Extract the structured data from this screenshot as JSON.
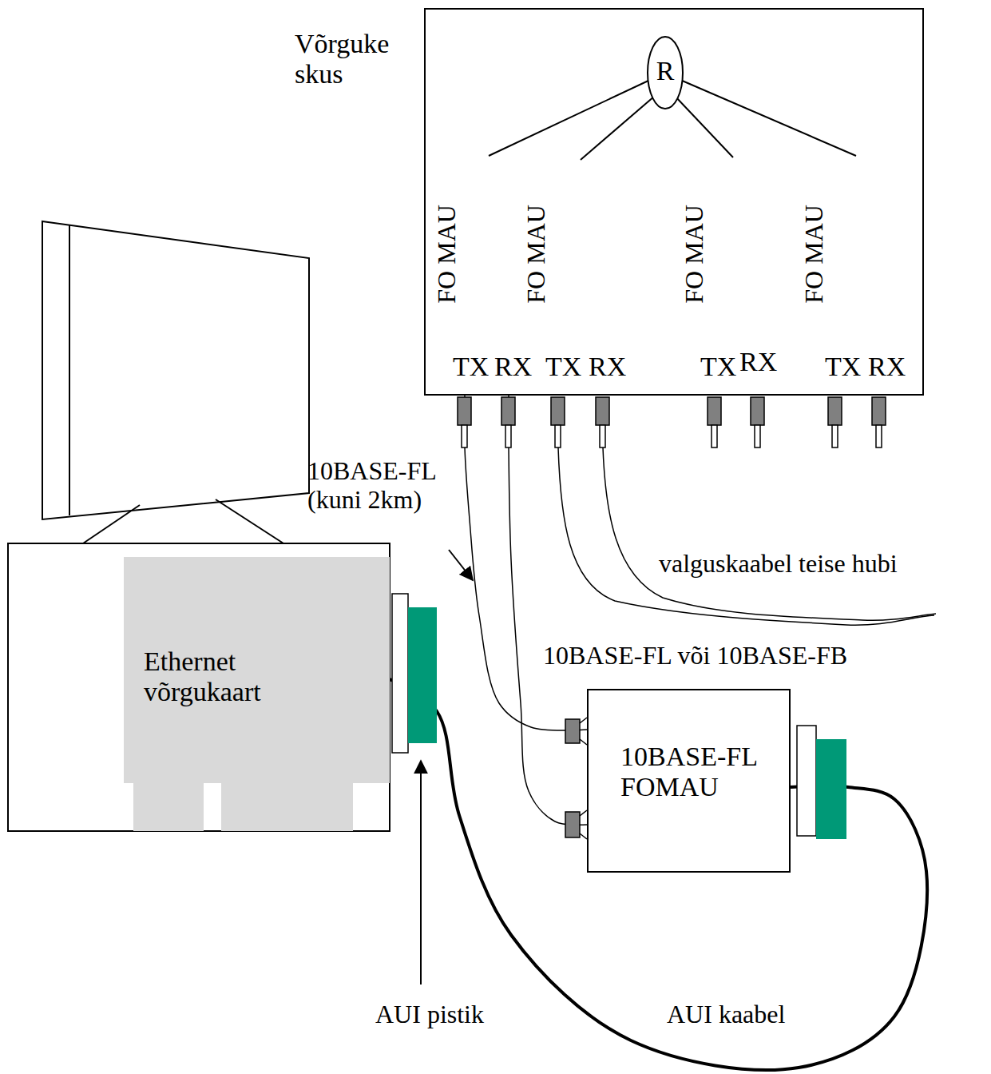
{
  "diagram": {
    "nodes": [
      {
        "text": [
          "Võrguke skus"
        ]
      },
      {
        "text": [
          "R"
        ],
        "in": 0
      },
      {
        "text": [
          "Ethernet võrgukaart"
        ]
      },
      {
        "text": [
          "10BASE-FL FOMAU"
        ]
      }
    ],
    "edges": [
      {
        "from": 0,
        "to": 3,
        "arrow": "none"
      },
      {
        "from": 0,
        "to": 3,
        "arrow": "none"
      },
      {
        "from": 2,
        "to": 3,
        "arrow": "none"
      }
    ],
    "labels": [
      "FO MAU",
      "FO MAU",
      "FO MAU",
      "FO MAU",
      "TX",
      "RX",
      "TX",
      "RX",
      "TX",
      "RX",
      "TX",
      "RX",
      "10BASE-FL (kuni 2km)",
      "valguskaabel teise hubi",
      "10BASE-FL või 10BASE-FB",
      "AUI pistik",
      "AUI kaabel"
    ]
  }
}
